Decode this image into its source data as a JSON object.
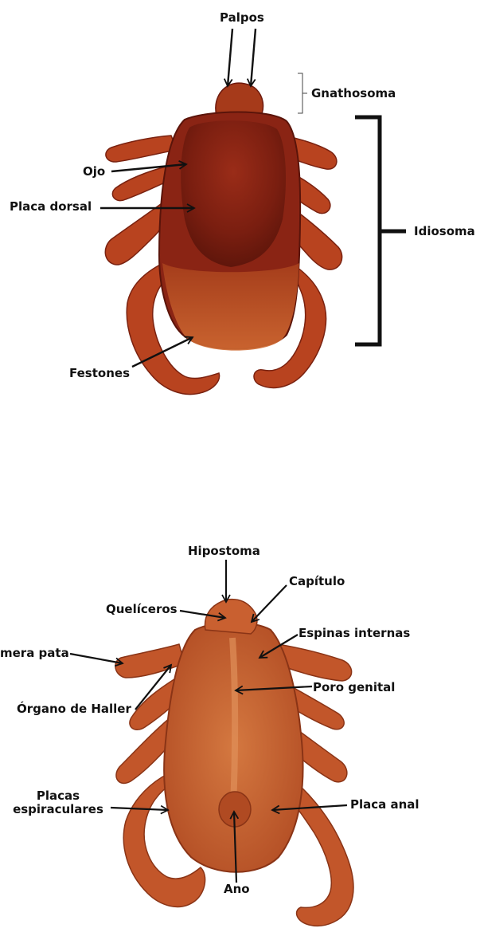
{
  "dorsal_view": {
    "labels": {
      "palpos": "Palpos",
      "gnathosoma": "Gnathosoma",
      "idiosoma": "Idiosoma",
      "ojo": "Ojo",
      "placa_dorsal": "Placa dorsal",
      "festones": "Festones"
    }
  },
  "ventral_view": {
    "labels": {
      "hipostoma": "Hipostoma",
      "capitulo": "Capítulo",
      "queliceros": "Quelíceros",
      "espinas_internas": "Espinas internas",
      "primera_pata": "mera pata",
      "poro_genital": "Poro genital",
      "organo_haller": "Órgano de Haller",
      "placas_espiraculares_1": "Placas",
      "placas_espiraculares_2": "espiraculares",
      "placa_anal": "Placa anal",
      "ano": "Ano"
    }
  },
  "colors": {
    "tick_body": "#8a2414",
    "tick_dark": "#6e1a0e",
    "tick_leg": "#b8431f",
    "tick_shadow": "#5a140a",
    "tick_light": "#d7703a",
    "festoon": "#c9602c",
    "ventral_body": "#c2562a",
    "ventral_light": "#d87a42",
    "arrow": "#111111"
  }
}
